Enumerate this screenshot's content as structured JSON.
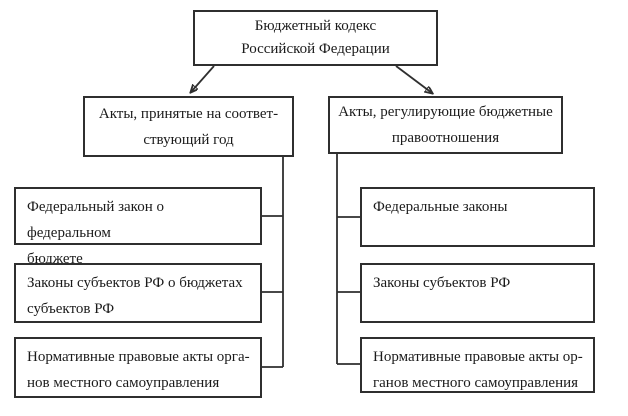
{
  "diagram": {
    "title": "Бюджетный кодекс Российской Федерации — схема актов бюджетного законодательства",
    "root": {
      "label": "Бюджетный кодекс\nРоссийской Федерации"
    },
    "branches": [
      {
        "label": "Акты, принятые на соответ-\nствующий год",
        "children": [
          "Федеральный закон о федеральном\nбюджете",
          "Законы субъектов РФ о бюджетах\nсубъектов РФ",
          "Нормативные правовые акты орга-\nнов местного самоуправления"
        ]
      },
      {
        "label": "Акты, регулирующие бюджетные\nправоотношения",
        "children": [
          "Федеральные законы",
          "Законы субъектов РФ",
          "Нормативные правовые акты ор-\nганов местного самоуправления"
        ]
      }
    ],
    "colors": {
      "border": "#2f2f2f",
      "text": "#1b1b1b",
      "background": "#ffffff"
    }
  }
}
